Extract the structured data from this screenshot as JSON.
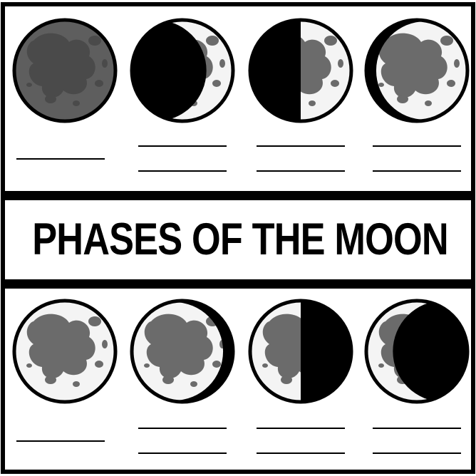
{
  "title": "PHASES OF THE MOON",
  "colors": {
    "border": "#000000",
    "background": "#ffffff",
    "moon_surface": "#f4f4f4",
    "maria": "#6b6b6b",
    "new_moon_fill": "#5e5e5e",
    "shadow": "#000000"
  },
  "rows": [
    {
      "name": "top-row",
      "moons": [
        {
          "phase": "new-moon",
          "lit_fraction": 0.0,
          "answer_lines": 1
        },
        {
          "phase": "waxing-crescent",
          "lit_fraction": 0.15,
          "answer_lines": 2
        },
        {
          "phase": "first-quarter",
          "lit_fraction": 0.5,
          "answer_lines": 2
        },
        {
          "phase": "waxing-gibbous",
          "lit_fraction": 0.85,
          "answer_lines": 2
        }
      ]
    },
    {
      "name": "bottom-row",
      "moons": [
        {
          "phase": "full-moon",
          "lit_fraction": 1.0,
          "answer_lines": 1
        },
        {
          "phase": "waning-gibbous",
          "lit_fraction": 0.85,
          "answer_lines": 2
        },
        {
          "phase": "last-quarter",
          "lit_fraction": 0.5,
          "answer_lines": 2
        },
        {
          "phase": "waning-crescent",
          "lit_fraction": 0.15,
          "answer_lines": 2
        }
      ]
    }
  ]
}
